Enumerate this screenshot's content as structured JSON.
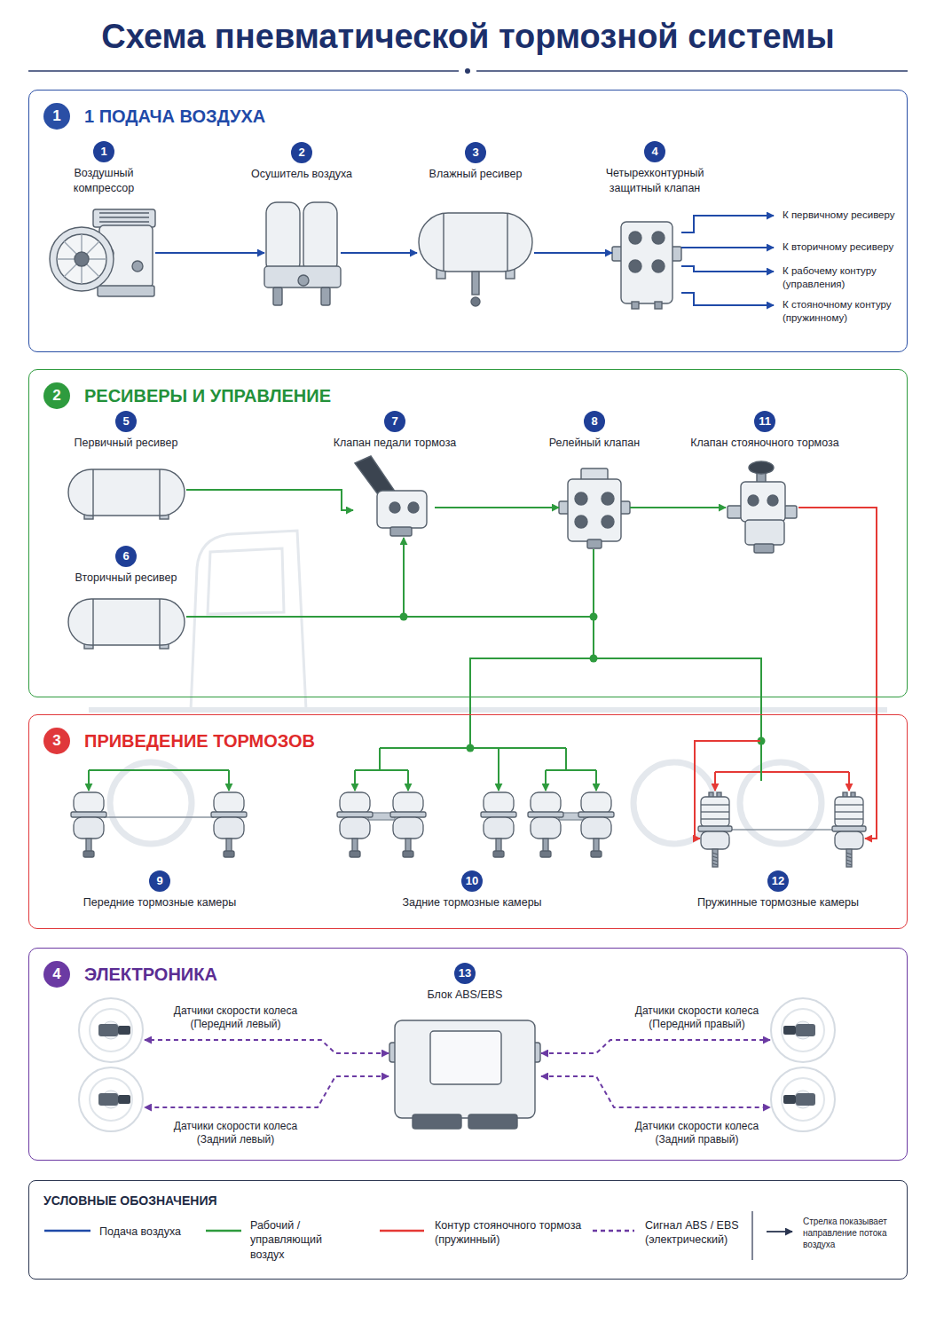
{
  "diagram": {
    "title": "Схема пневматической тормозной системы",
    "nodes": [
      {
        "text": [
          "1",
          "1 ПОДАЧА ВОЗДУХА"
        ]
      },
      {
        "text": [
          "1",
          "Воздушный компрессор"
        ],
        "in": 0
      },
      {
        "text": [
          "2",
          "Осушитель воздуха"
        ],
        "in": 0
      },
      {
        "text": [
          "3",
          "Влажный ресивер"
        ],
        "in": 0
      },
      {
        "text": [
          "4",
          "Четырехконтурный защитный клапан"
        ],
        "in": 0
      },
      {
        "text": [
          "2",
          "РЕСИВЕРЫ И УПРАВЛЕНИЕ"
        ]
      },
      {
        "text": [
          "5",
          "Первичный ресивер"
        ],
        "in": 5
      },
      {
        "text": [
          "6",
          "Вторичный ресивер"
        ],
        "in": 5
      },
      {
        "text": [
          "7",
          "Клапан педали тормоза"
        ],
        "in": 5
      },
      {
        "text": [
          "8",
          "Релейный клапан"
        ],
        "in": 5
      },
      {
        "text": [
          "11",
          "Клапан стояночного тормоза"
        ],
        "in": 5
      },
      {
        "text": [
          "3",
          "ПРИВЕДЕНИЕ ТОРМОЗОВ"
        ]
      },
      {
        "text": [
          "9",
          "Передние тормозные камеры"
        ],
        "in": 11
      },
      {
        "text": [
          "10",
          "Задние тормозные камеры"
        ],
        "in": 11
      },
      {
        "text": [
          "12",
          "Пружинные тормозные камеры"
        ],
        "in": 11
      },
      {
        "text": [
          "4",
          "ЭЛЕКТРОНИКА"
        ]
      },
      {
        "text": [
          "13",
          "Блок ABS/EBS"
        ],
        "in": 15
      },
      {
        "text": [
          "Датчики скорости колеса (Передний левый)"
        ],
        "in": 15
      },
      {
        "text": [
          "Датчики скорости колеса (Передний правый)"
        ],
        "in": 15
      },
      {
        "text": [
          "Датчики скорости колеса (Задний левый)"
        ],
        "in": 15
      },
      {
        "text": [
          "Датчики скорости колеса (Задний правый)"
        ],
        "in": 15
      },
      {
        "text": [
          "УСЛОВНЫЕ ОБОЗНАЧЕНИЯ"
        ]
      }
    ],
    "edges": [
      {
        "from": 1,
        "to": 2,
        "arrow": "to"
      },
      {
        "from": 2,
        "to": 3,
        "arrow": "to"
      },
      {
        "from": 3,
        "to": 4,
        "arrow": "to"
      },
      {
        "from": 6,
        "to": 8,
        "arrow": "to"
      },
      {
        "from": 8,
        "to": 9,
        "arrow": "to"
      },
      {
        "from": 9,
        "to": 10,
        "arrow": "to"
      },
      {
        "from": 7,
        "to": 8,
        "arrow": "to"
      },
      {
        "from": 7,
        "to": 9,
        "arrow": "none"
      },
      {
        "from": 9,
        "to": 13,
        "arrow": "none"
      },
      {
        "from": 9,
        "to": 14,
        "arrow": "none"
      },
      {
        "from": 10,
        "to": 14,
        "arrow": "to"
      },
      {
        "from": 16,
        "to": 17,
        "arrow": "both"
      },
      {
        "from": 16,
        "to": 18,
        "arrow": "both"
      },
      {
        "from": 16,
        "to": 19,
        "arrow": "both"
      },
      {
        "from": 16,
        "to": 20,
        "arrow": "both"
      }
    ],
    "labels": [
      "К первичному ресиверу",
      "К вторичному ресиверу",
      "К рабочему контуру (управления)",
      "К стояночному контуру (пружинному)"
    ],
    "legend": [
      {
        "text": "Подача воздуха",
        "color": "#1f4aa8"
      },
      {
        "text": "Рабочий / управляющий воздух",
        "color": "#2e9b3e"
      },
      {
        "text": "Контур стояночного тормоза (пружинный)",
        "color": "#e53935"
      },
      {
        "text": "Сигнал ABS / EBS (электрический)",
        "color": "#6b3aa3"
      },
      {
        "text": "Стрелка показывает направление потока воздуха"
      }
    ]
  }
}
